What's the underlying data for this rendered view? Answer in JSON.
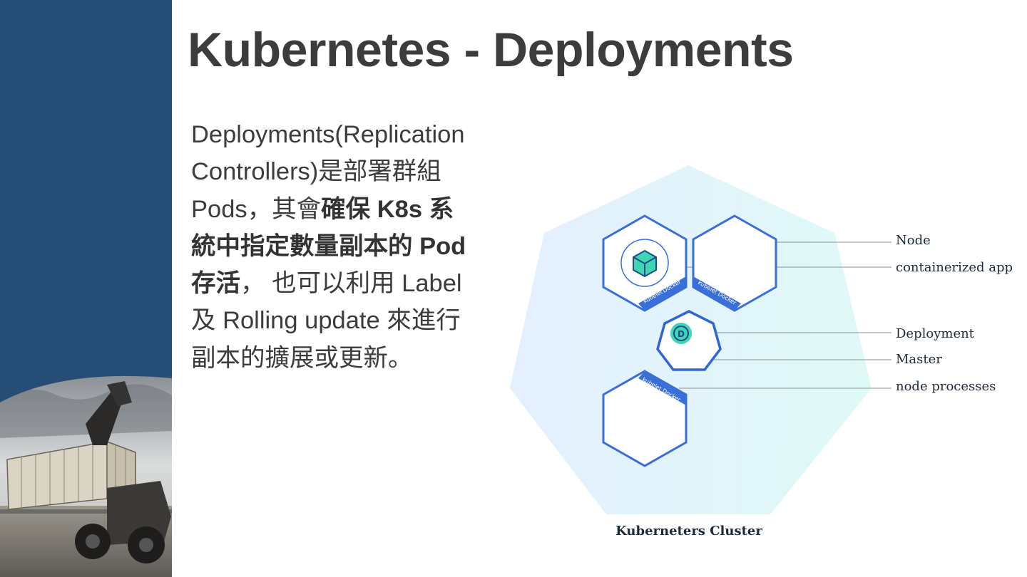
{
  "slide": {
    "title": "Kubernetes - Deployments",
    "body": {
      "line1": "Deployments(Replication",
      "line2": "Controllers)是部署群組",
      "line3_plain": "Pods，其會",
      "line3_bold": "確保 K8s 系",
      "line4_bold": "統中指定數量副本的 Pod",
      "line5_bold": "存活",
      "line5_plain": "， 也可以利用 Label",
      "line6": "及 Rolling update 來進行",
      "line7": "副本的擴展或更新。"
    }
  },
  "diagram": {
    "labels": {
      "node": "Node",
      "containerized_app": "containerized app",
      "deployment": "Deployment",
      "master": "Master",
      "node_processes": "node processes"
    },
    "node_tags": {
      "kubelet": "kubelet",
      "docker": "Docker"
    },
    "deployment_icon_letter": "D",
    "cluster_caption": "Kuberneters Cluster",
    "colors": {
      "sidebar": "#264d75",
      "node_stroke": "#3b6fd8",
      "app_fill": "#3ed6b5",
      "cluster_fill_left": "#e4efff",
      "cluster_fill_right": "#dff9f6"
    }
  },
  "photo": {
    "icon": "container-loader-photo"
  }
}
